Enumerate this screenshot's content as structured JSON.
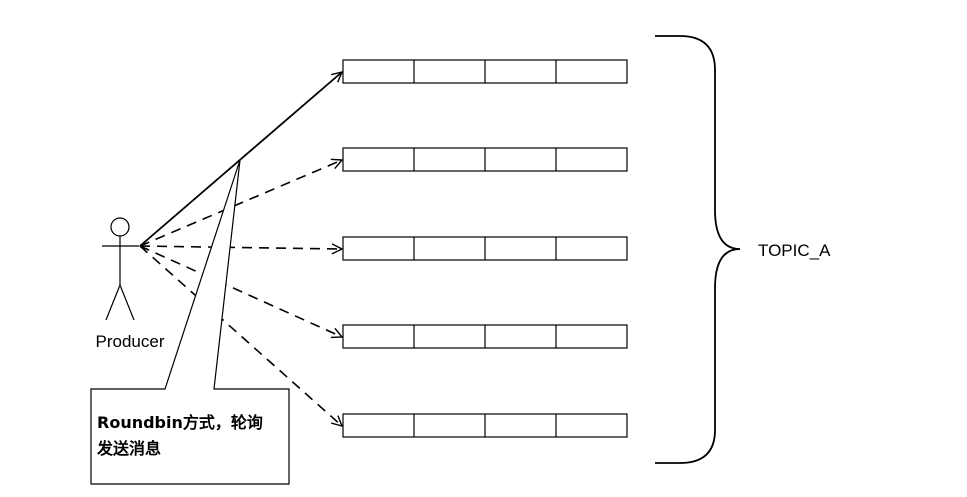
{
  "actor": {
    "label": "Producer"
  },
  "topic": {
    "label": "TOPIC_A"
  },
  "partitions": [
    {
      "cells": 4
    },
    {
      "cells": 4
    },
    {
      "cells": 4
    },
    {
      "cells": 4
    },
    {
      "cells": 4
    }
  ],
  "note": {
    "line1": "Roundbin方式，轮询",
    "line2": "发送消息"
  },
  "colors": {
    "stroke": "#000000",
    "background": "#ffffff"
  }
}
